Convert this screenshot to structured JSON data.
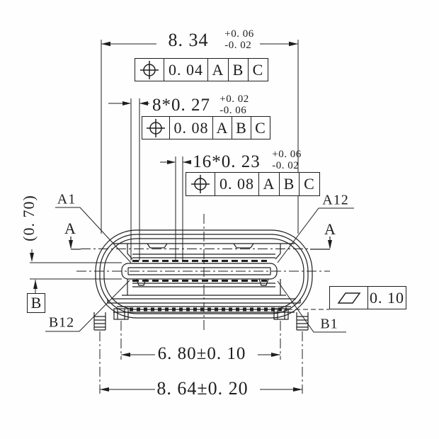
{
  "drawing": {
    "title_hint": "USB Type-C receptacle front-view dimension drawing",
    "dim_shell_width": {
      "value": "8. 34",
      "tol_plus": "+0. 06",
      "tol_minus": "-0. 02"
    },
    "frame_shell": {
      "symbol": "position",
      "tolerance": "0. 04",
      "datum1": "A",
      "datum2": "B",
      "datum3": "C"
    },
    "dim_row_a_pins": {
      "value": "8*0. 27",
      "tol_plus": "+0. 02",
      "tol_minus": "-0. 06"
    },
    "frame_row_a": {
      "symbol": "position",
      "tolerance": "0. 08",
      "datum1": "A",
      "datum2": "B",
      "datum3": "C"
    },
    "dim_row_b_pins": {
      "value": "16*0. 23",
      "tol_plus": "+0. 06",
      "tol_minus": "-0. 02"
    },
    "frame_row_b": {
      "symbol": "position",
      "tolerance": "0. 08",
      "datum1": "A",
      "datum2": "B",
      "datum3": "C"
    },
    "frame_flatness": {
      "symbol": "flatness",
      "tolerance": "0. 10"
    },
    "dim_tongue_ref": "(0. 70)",
    "dim_leg_pitch": "6. 80±0. 10",
    "dim_overall_width": "8. 64±0. 20",
    "labels": {
      "pin_a1": "A1",
      "pin_a12": "A12",
      "pin_b12": "B12",
      "pin_b1": "B1",
      "section_left": "A",
      "section_right": "A",
      "datum_b": "B"
    },
    "line_color": "#1e1e1e"
  }
}
